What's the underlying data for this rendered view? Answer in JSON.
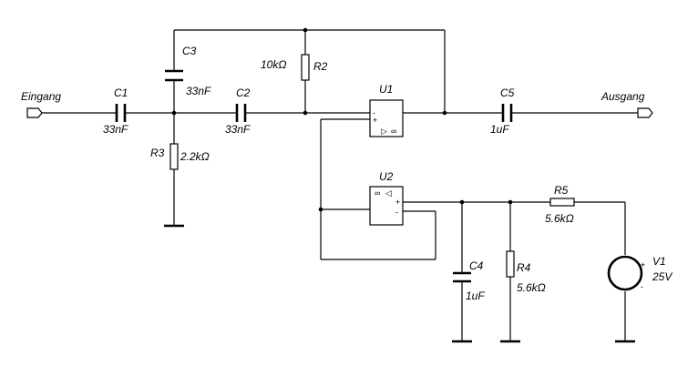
{
  "ports": {
    "input_label": "Eingang",
    "output_label": "Ausgang"
  },
  "components": {
    "C1": {
      "ref": "C1",
      "value": "33nF"
    },
    "C2": {
      "ref": "C2",
      "value": "33nF"
    },
    "C3": {
      "ref": "C3",
      "value": "33nF"
    },
    "C4": {
      "ref": "C4",
      "value": "1uF"
    },
    "C5": {
      "ref": "C5",
      "value": "1uF"
    },
    "R2": {
      "ref": "R2",
      "value": "10kΩ"
    },
    "R3": {
      "ref": "R3",
      "value": "2.2kΩ"
    },
    "R4": {
      "ref": "R4",
      "value": "5.6kΩ"
    },
    "R5": {
      "ref": "R5",
      "value": "5.6kΩ"
    },
    "U1": {
      "ref": "U1"
    },
    "U2": {
      "ref": "U2"
    },
    "V1": {
      "ref": "V1",
      "value": "25V"
    }
  },
  "opamp_symbols": {
    "minus": "-",
    "plus": "+",
    "infinity": "∞",
    "arrow": "▷",
    "arrow_left": "◁"
  },
  "source_symbols": {
    "plus": "+",
    "minus": "-"
  }
}
